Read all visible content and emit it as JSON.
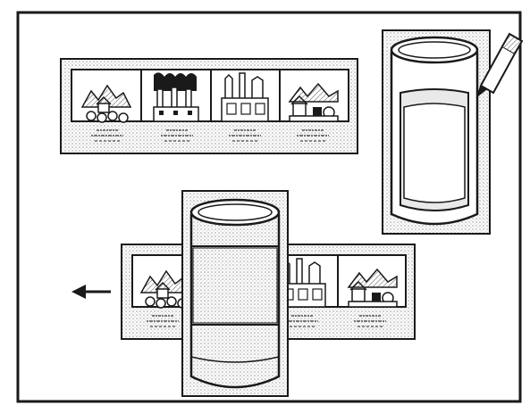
{
  "diagram": {
    "panels": [
      {
        "scene": "hills-and-houses"
      },
      {
        "scene": "smoky-factory"
      },
      {
        "scene": "city-towers"
      },
      {
        "scene": "rebuilt-town"
      }
    ],
    "colors": {
      "ink": "#1a1a1a",
      "paper": "#ffffff",
      "stipple": "#cfcfcf",
      "window": "#e9e9e9"
    },
    "icons": [
      "pencil-icon",
      "arrow-left-icon",
      "cylinder-icon"
    ]
  }
}
